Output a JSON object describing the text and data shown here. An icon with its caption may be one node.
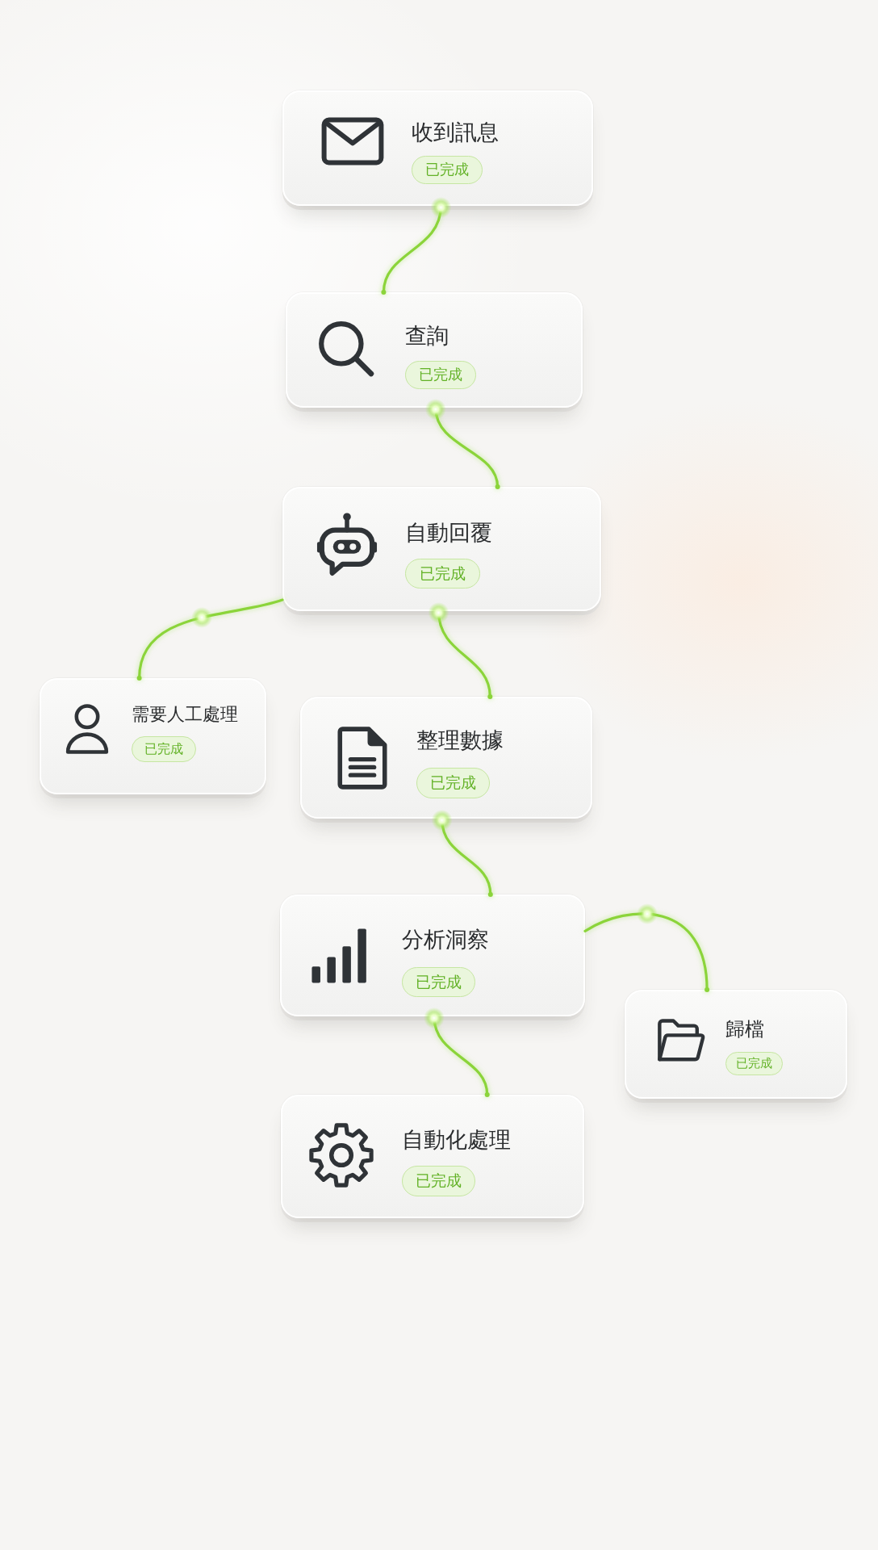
{
  "diagram": {
    "nodes": [
      {
        "text": [
          "收到訊息",
          "已完成"
        ]
      },
      {
        "text": [
          "查詢",
          "已完成"
        ]
      },
      {
        "text": [
          "自動回覆",
          "已完成"
        ]
      },
      {
        "text": [
          "需要人工處理",
          "已完成"
        ]
      },
      {
        "text": [
          "整理數據",
          "已完成"
        ]
      },
      {
        "text": [
          "分析洞察",
          "已完成"
        ]
      },
      {
        "text": [
          "歸檔",
          "已完成"
        ]
      },
      {
        "text": [
          "自動化處理",
          "已完成"
        ]
      }
    ],
    "edges": [
      {
        "from": 0,
        "to": 1,
        "arrow": "other"
      },
      {
        "from": 1,
        "to": 2,
        "arrow": "other"
      },
      {
        "from": 2,
        "to": 3,
        "arrow": "other"
      },
      {
        "from": 2,
        "to": 4,
        "arrow": "other"
      },
      {
        "from": 4,
        "to": 5,
        "arrow": "other"
      },
      {
        "from": 5,
        "to": 6,
        "arrow": "other"
      },
      {
        "from": 5,
        "to": 7,
        "arrow": "other"
      }
    ]
  }
}
